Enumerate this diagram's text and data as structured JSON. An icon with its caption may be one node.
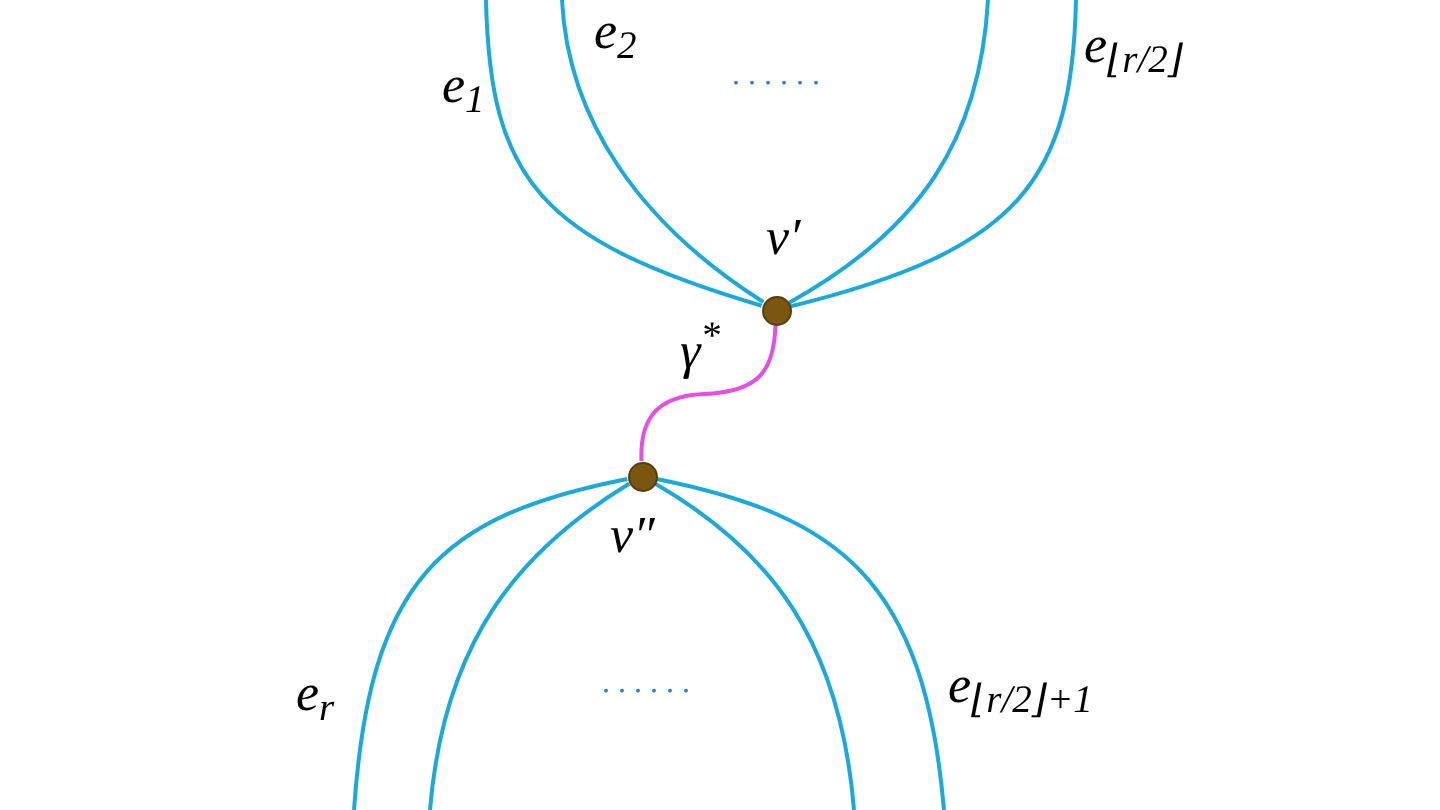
{
  "diagram": {
    "nodes": [
      {
        "text": [],
        "shape": "circle",
        "beside": [
          "v′"
        ]
      },
      {
        "text": [],
        "shape": "circle",
        "beside": [
          "v″"
        ]
      }
    ],
    "edges": [
      {
        "from": 0,
        "to": null,
        "arrow": "none",
        "label": "e$_{1}$"
      },
      {
        "from": 0,
        "to": null,
        "arrow": "none",
        "label": "e$_{2}$"
      },
      {
        "from": 0,
        "to": null,
        "arrow": "none"
      },
      {
        "from": 0,
        "to": null,
        "arrow": "none",
        "label": "e$_{⌊r/2⌋}$"
      },
      {
        "from": 0,
        "to": 1,
        "arrow": "none",
        "label": "γ$^{*}$",
        "color": "#e84ce6"
      },
      {
        "from": 1,
        "to": null,
        "arrow": "none",
        "label": "e$_{r}$"
      },
      {
        "from": 1,
        "to": null,
        "arrow": "none"
      },
      {
        "from": 1,
        "to": null,
        "arrow": "none"
      },
      {
        "from": 1,
        "to": null,
        "arrow": "none",
        "label": "e$_{⌊r/2⌋+1}$"
      }
    ],
    "labels": [
      "......",
      "......"
    ]
  }
}
